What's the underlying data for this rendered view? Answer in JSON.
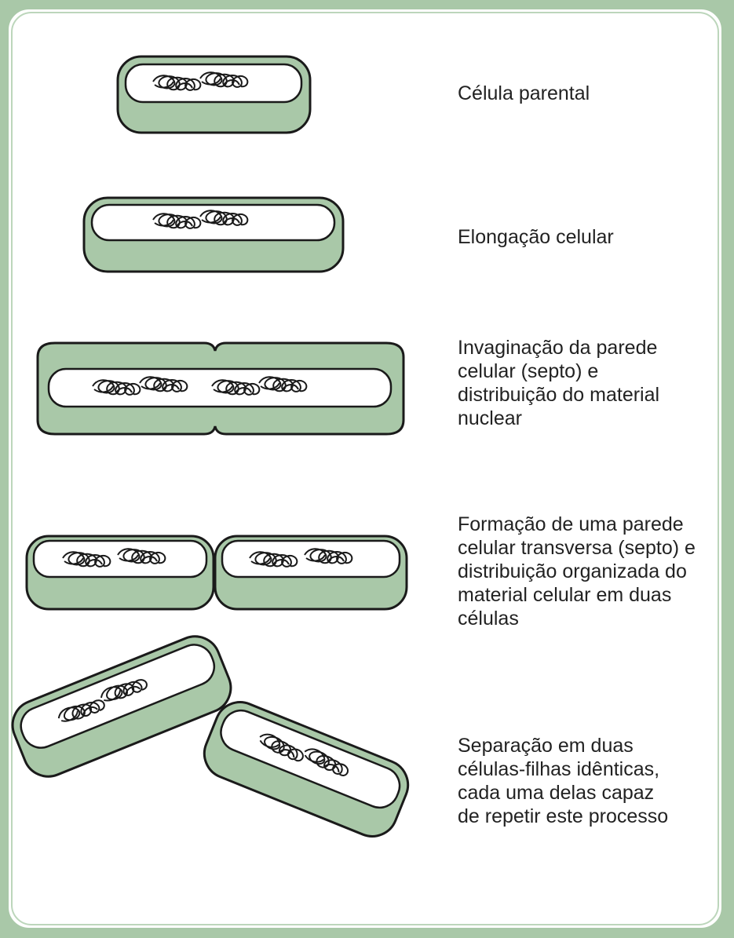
{
  "colors": {
    "frame": "#a9c8a8",
    "cell_wall": "#a9c8a8",
    "cytoplasm": "#ffffff",
    "outline": "#1a1a1a",
    "text": "#222222"
  },
  "steps": [
    {
      "label": "Célula parental"
    },
    {
      "label": "Elongação celular"
    },
    {
      "label": "Invaginação da parede\ncelular (septo) e\ndistribuição do material\nnuclear"
    },
    {
      "label": "Formação de uma parede\ncelular transversa (septo) e\ndistribuição organizada do\nmaterial celular em duas\ncélulas"
    },
    {
      "label": "Separação em duas\ncélulas-filhas idênticas,\ncada uma delas capaz\nde repetir este processo"
    }
  ]
}
